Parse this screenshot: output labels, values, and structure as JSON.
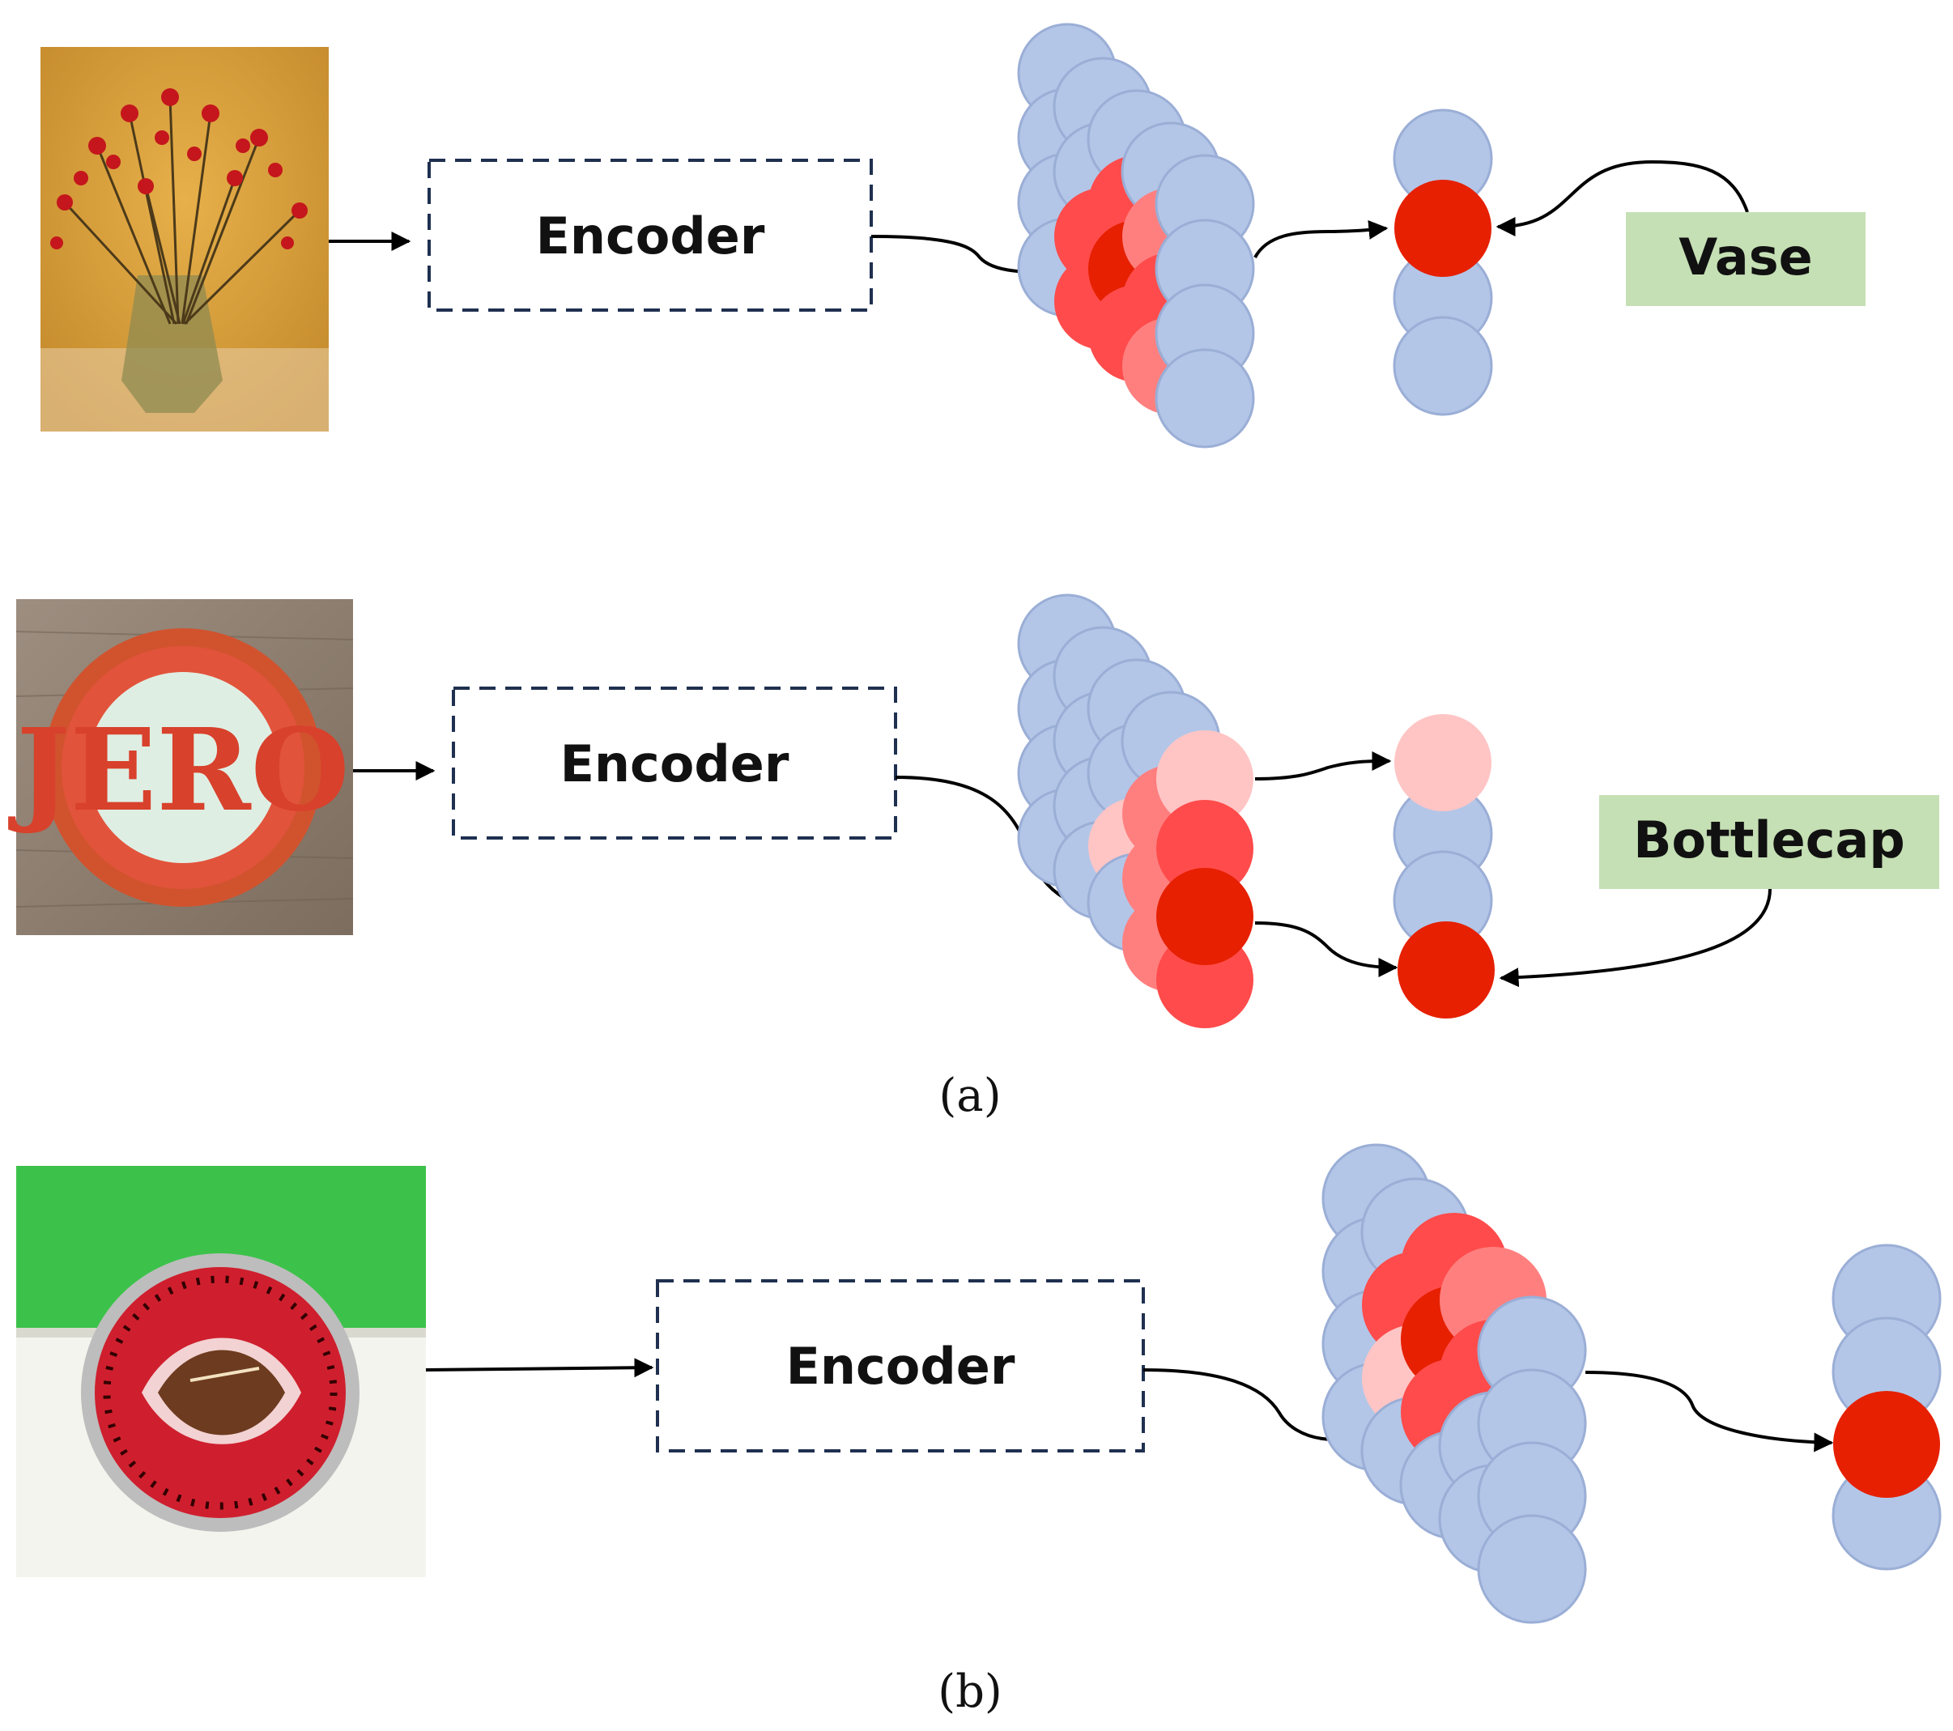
{
  "encoder_label": "Encoder",
  "class_a1": "Vase",
  "class_a2": "Bottlecap",
  "bottlecap_text": "JERO",
  "sub_a": "(a)",
  "sub_b": "(b)",
  "colors": {
    "blue": "#b3c6e7",
    "red_dark": "#e62000",
    "red": "#ff4b4b",
    "red_mid": "#ff7f7f",
    "red_light": "#ffc5c5",
    "label_bg": "#c5e0b4"
  }
}
